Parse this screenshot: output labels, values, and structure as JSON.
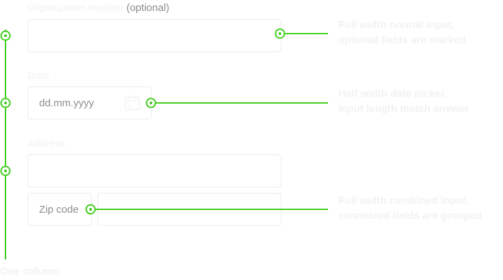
{
  "org_field": {
    "label": "Organization number",
    "optional": "(optional)"
  },
  "date_field": {
    "label": "Date",
    "placeholder": "dd.mm.yyyy"
  },
  "address_field": {
    "label": "Address",
    "zip_placeholder": "Zip code"
  },
  "annotations": {
    "full_width": [
      "Full width normal input,",
      "optional fields are marked"
    ],
    "half_width": [
      "Half width date picker,",
      "input length match answer"
    ],
    "combined": [
      "Full width combined input,",
      "connected fields are grouped"
    ]
  },
  "column_label": "One column",
  "colors": {
    "accent": "#3fce1b",
    "border": "#ececec",
    "muted_text": "#f2f2f2",
    "placeholder": "#8c8c8c"
  },
  "icons": [
    "calendar-icon"
  ]
}
